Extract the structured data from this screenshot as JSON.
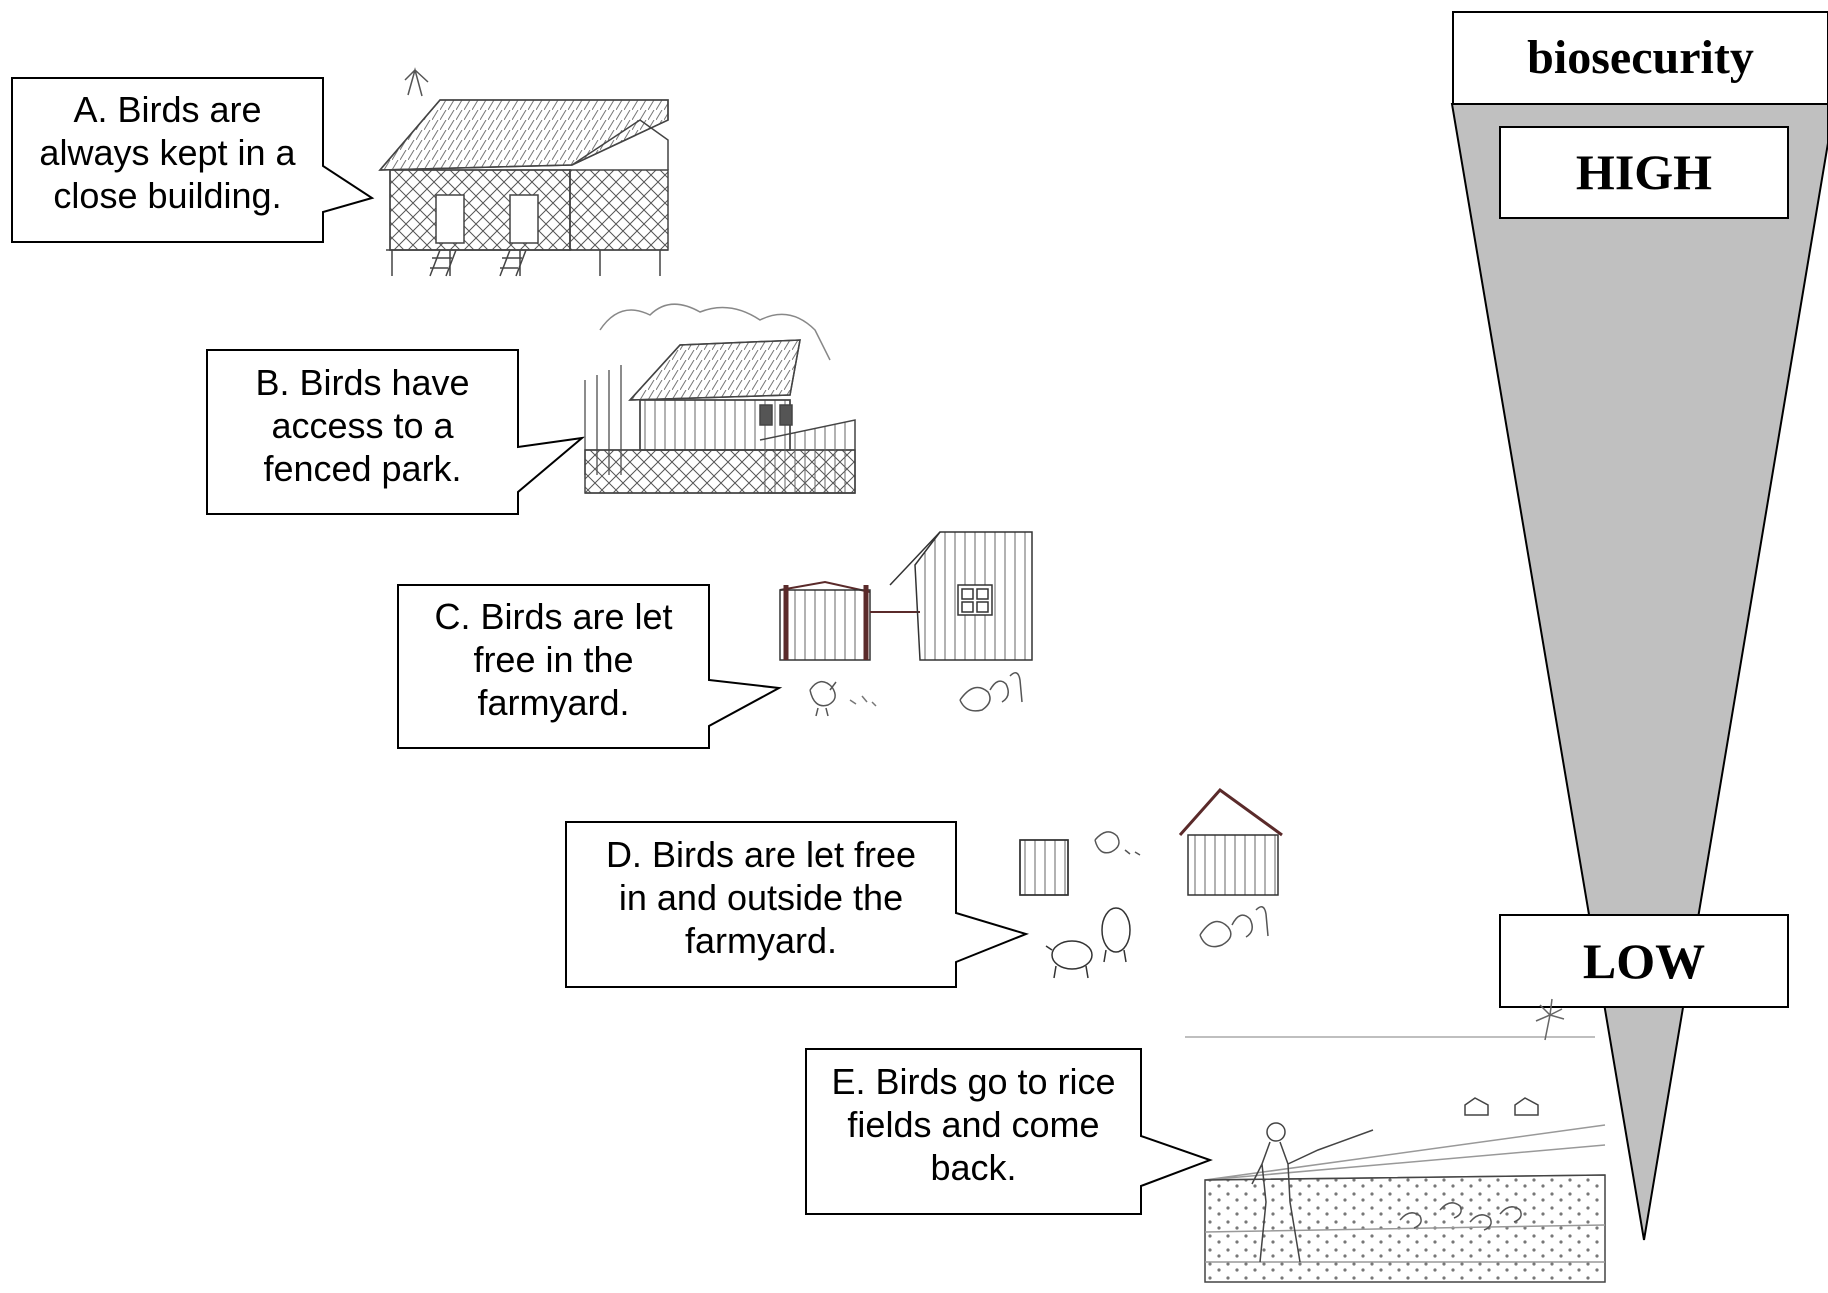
{
  "scale": {
    "title": "biosecurity",
    "high_label": "HIGH",
    "low_label": "LOW",
    "colors": {
      "fill": "#c0c0c0",
      "stroke": "#000000",
      "box": "#ffffff"
    }
  },
  "stages": [
    {
      "id": "A",
      "text": "A. Birds are\nalways kept in a\nclose building.",
      "picture": "raised thatched poultry house with lattice walls"
    },
    {
      "id": "B",
      "text": "B. Birds have\naccess to a\nfenced park.",
      "picture": "poultry house with fenced park"
    },
    {
      "id": "C",
      "text": "C. Birds are let\nfree in the\nfarmyard.",
      "picture": "farmyard with gate and chickens"
    },
    {
      "id": "D",
      "text": "D. Birds are let free\nin and outside the\nfarmyard.",
      "picture": "chickens and pigs around farm buildings"
    },
    {
      "id": "E",
      "text": "E. Birds go to rice\nfields and come\nback.",
      "picture": "farmer herding ducks in rice field"
    }
  ]
}
